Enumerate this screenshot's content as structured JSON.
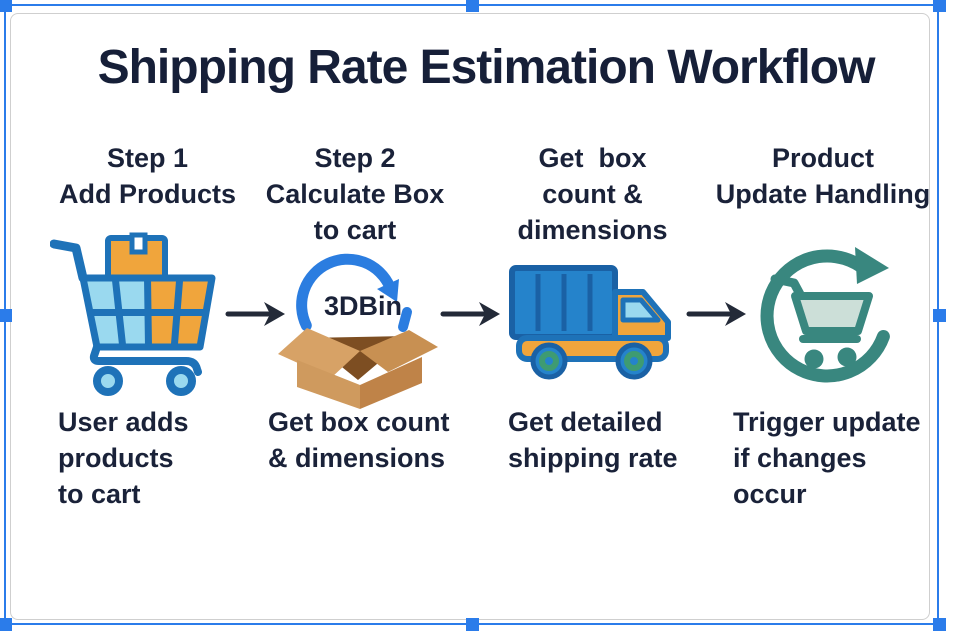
{
  "title": "Shipping Rate Estimation Workflow",
  "steps": [
    {
      "header": "Step 1\nAdd Products",
      "icon": "shopping-cart",
      "caption": "User adds\nproducts\nto cart"
    },
    {
      "header": "Step 2\nCalculate Box\nto cart",
      "icon": "bin-packing-box",
      "icon_label": "3DBin",
      "caption": "Get box count\n& dimensions"
    },
    {
      "header": "Get  box\ncount &\ndimensions",
      "icon": "delivery-truck",
      "caption": "Get detailed\nshipping rate"
    },
    {
      "header": "Product\nUpdate Handling",
      "icon": "refresh-cart",
      "caption": "Trigger update\nif changes occur"
    }
  ],
  "connector_icon": "right-arrow",
  "colors": {
    "selection_blue": "#2b7cea",
    "text_navy": "#1a2239",
    "icon_blue": "#1e72b8",
    "icon_blue_fill": "#2583cb",
    "icon_light_blue": "#9ad9ef",
    "icon_orange": "#f0a53c",
    "box_tan": "#cf9a5e",
    "teal": "#39877f",
    "arrow_dark": "#232a38"
  }
}
